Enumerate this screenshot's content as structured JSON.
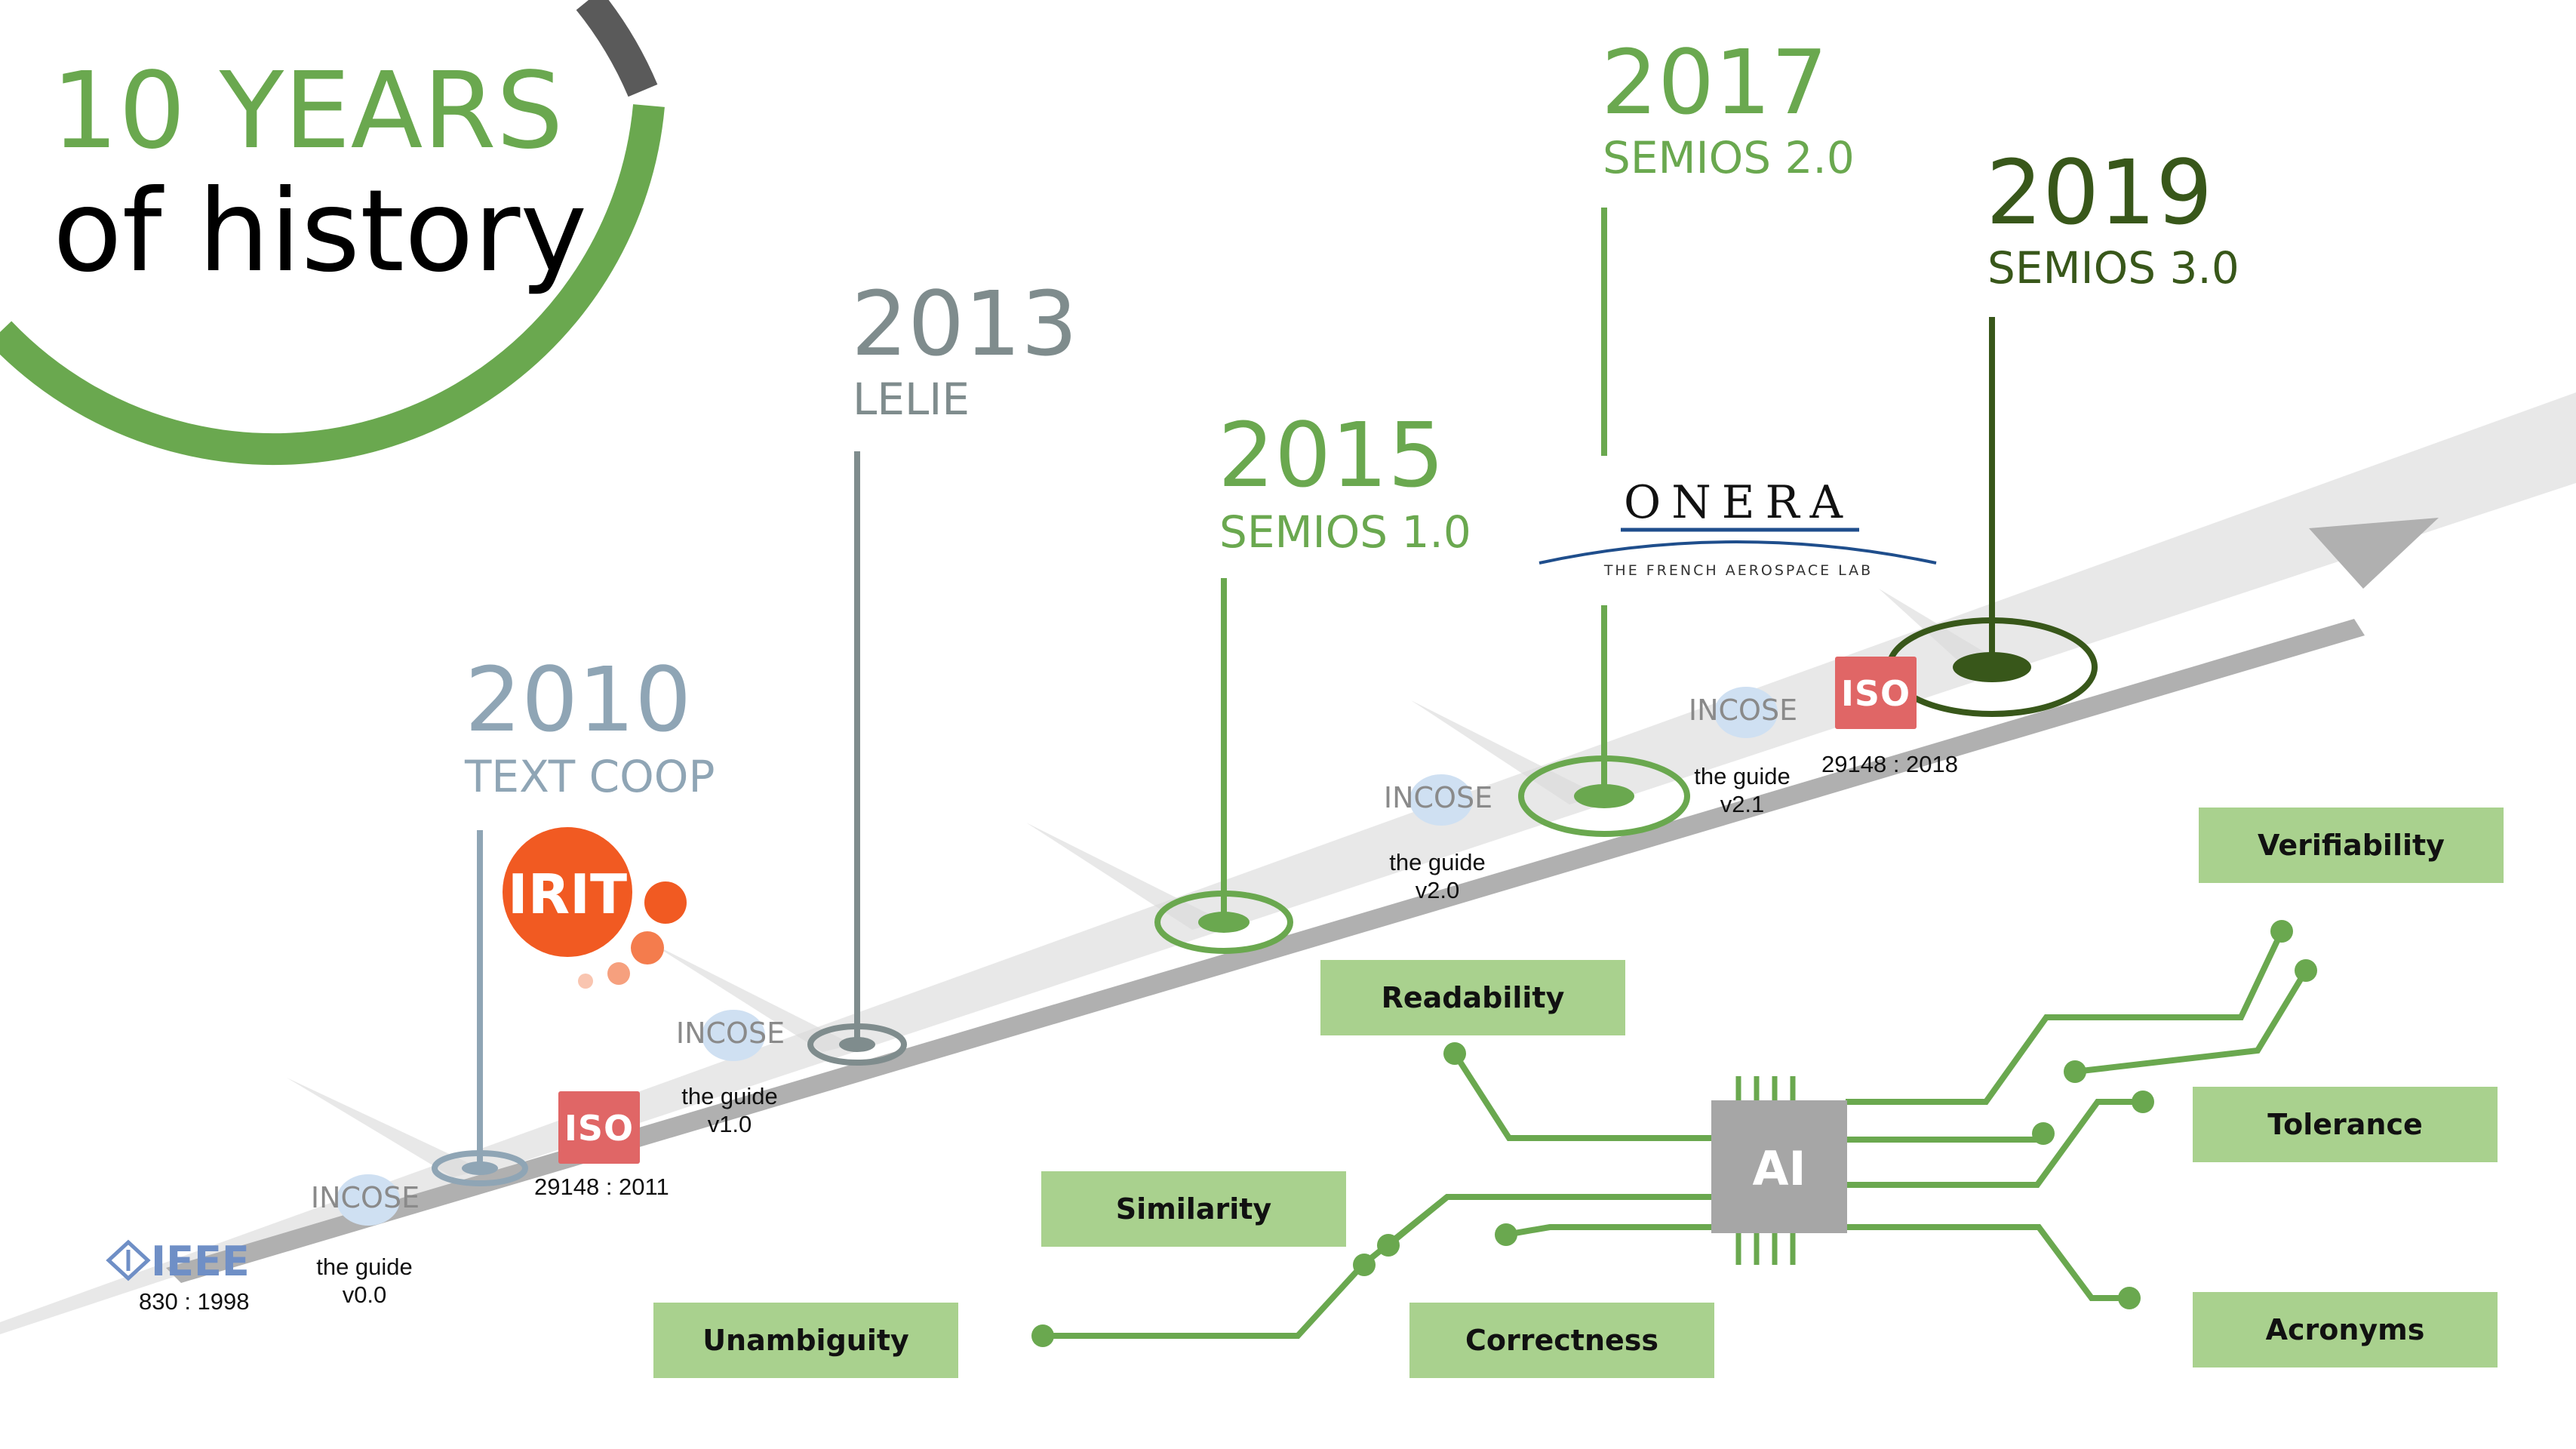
{
  "title": {
    "line1": "10 YEARS",
    "line2": "of history"
  },
  "milestones": [
    {
      "year": "2010",
      "name": "TEXT COOP"
    },
    {
      "year": "2013",
      "name": "LELIE"
    },
    {
      "year": "2015",
      "name": "SEMIOS 1.0"
    },
    {
      "year": "2017",
      "name": "SEMIOS 2.0"
    },
    {
      "year": "2019",
      "name": "SEMIOS 3.0"
    }
  ],
  "standards": {
    "ieee": {
      "logo": "IEEE",
      "caption": "830 : 1998"
    },
    "iso_2011": {
      "logo": "ISO",
      "caption": "29148 : 2011"
    },
    "iso_2018": {
      "logo": "ISO",
      "caption": "29148 : 2018"
    }
  },
  "incose_guides": [
    {
      "logo": "INCOSE",
      "line1": "the guide",
      "line2": "v0.0"
    },
    {
      "logo": "INCOSE",
      "line1": "the guide",
      "line2": "v1.0"
    },
    {
      "logo": "INCOSE",
      "line1": "the guide",
      "line2": "v2.0"
    },
    {
      "logo": "INCOSE",
      "line1": "the guide",
      "line2": "v2.1"
    }
  ],
  "partners": {
    "irit": {
      "logo_text": "IRIT"
    },
    "onera": {
      "name": "ONERA",
      "tagline": "THE FRENCH AEROSPACE LAB"
    }
  },
  "ai_chip": {
    "label": "AI"
  },
  "qualities": [
    "Verifiability",
    "Readability",
    "Tolerance",
    "Similarity",
    "Unambiguity",
    "Correctness",
    "Acronyms"
  ],
  "colors": {
    "green": "#6aa84f",
    "dark_green": "#38571a",
    "light_green_box": "#a9d18e",
    "slate": "#7f8c8d",
    "blue_gray": "#8fa5b5",
    "irit_orange": "#f15a22",
    "iso_red": "#e06666",
    "ieee_blue": "#6f8fc6",
    "onera_blue": "#1f4e8c"
  }
}
